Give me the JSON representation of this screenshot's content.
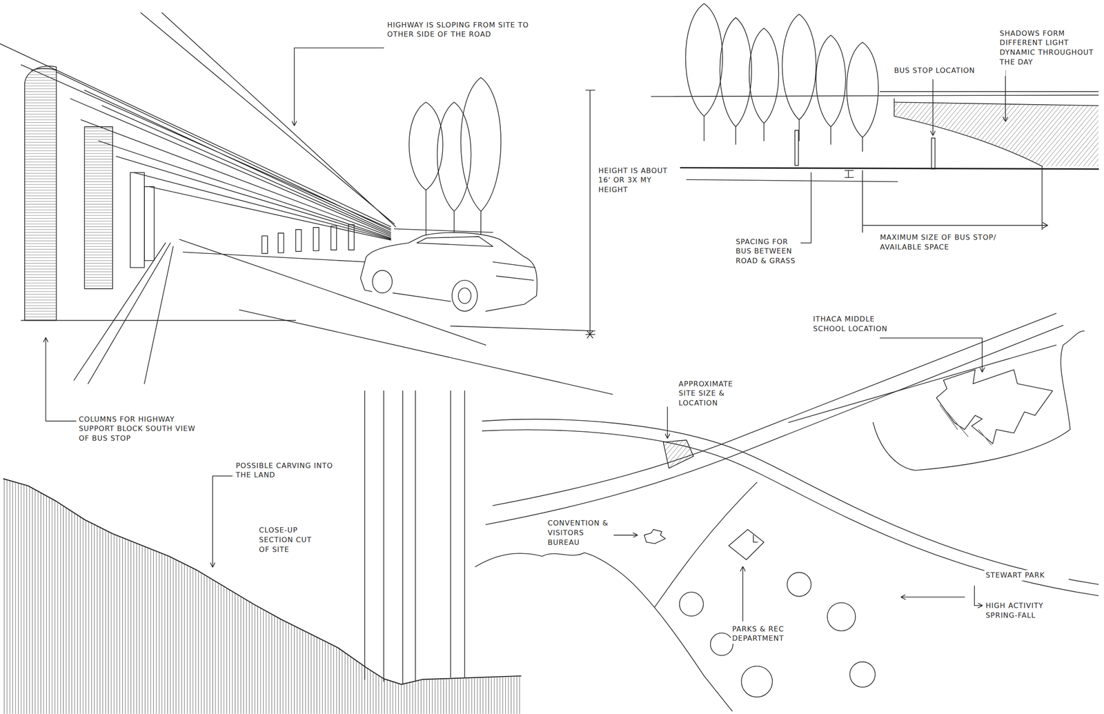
{
  "diagram": {
    "labels": [
      "HIGHWAY IS SLOPING FROM SITE TO OTHER SIDE OF THE ROAD",
      "HEIGHT IS ABOUT 16' OR 3X MY HEIGHT",
      "COLUMNS FOR HIGHWAY SUPPORT BLOCK SOUTH VIEW OF BUS STOP",
      "BUS STOP LOCATION",
      "SHADOWS FORM DIFFERENT LIGHT DYNAMIC THROUGHOUT THE DAY",
      "SPACING FOR BUS BETWEEN ROAD & GRASS",
      "MAXIMUM SIZE OF BUS STOP/ AVAILABLE SPACE",
      "ITHACA MIDDLE SCHOOL LOCATION",
      "APPROXIMATE SITE SIZE & LOCATION",
      "CONVENTION & VISITORS BUREAU",
      "PARKS & REC DEPARTMENT",
      "STEWART PARK",
      "HIGH ACTIVITY SPRING-FALL",
      "POSSIBLE CARVING INTO THE LAND",
      "CLOSE-UP SECTION CUT OF SITE"
    ]
  }
}
